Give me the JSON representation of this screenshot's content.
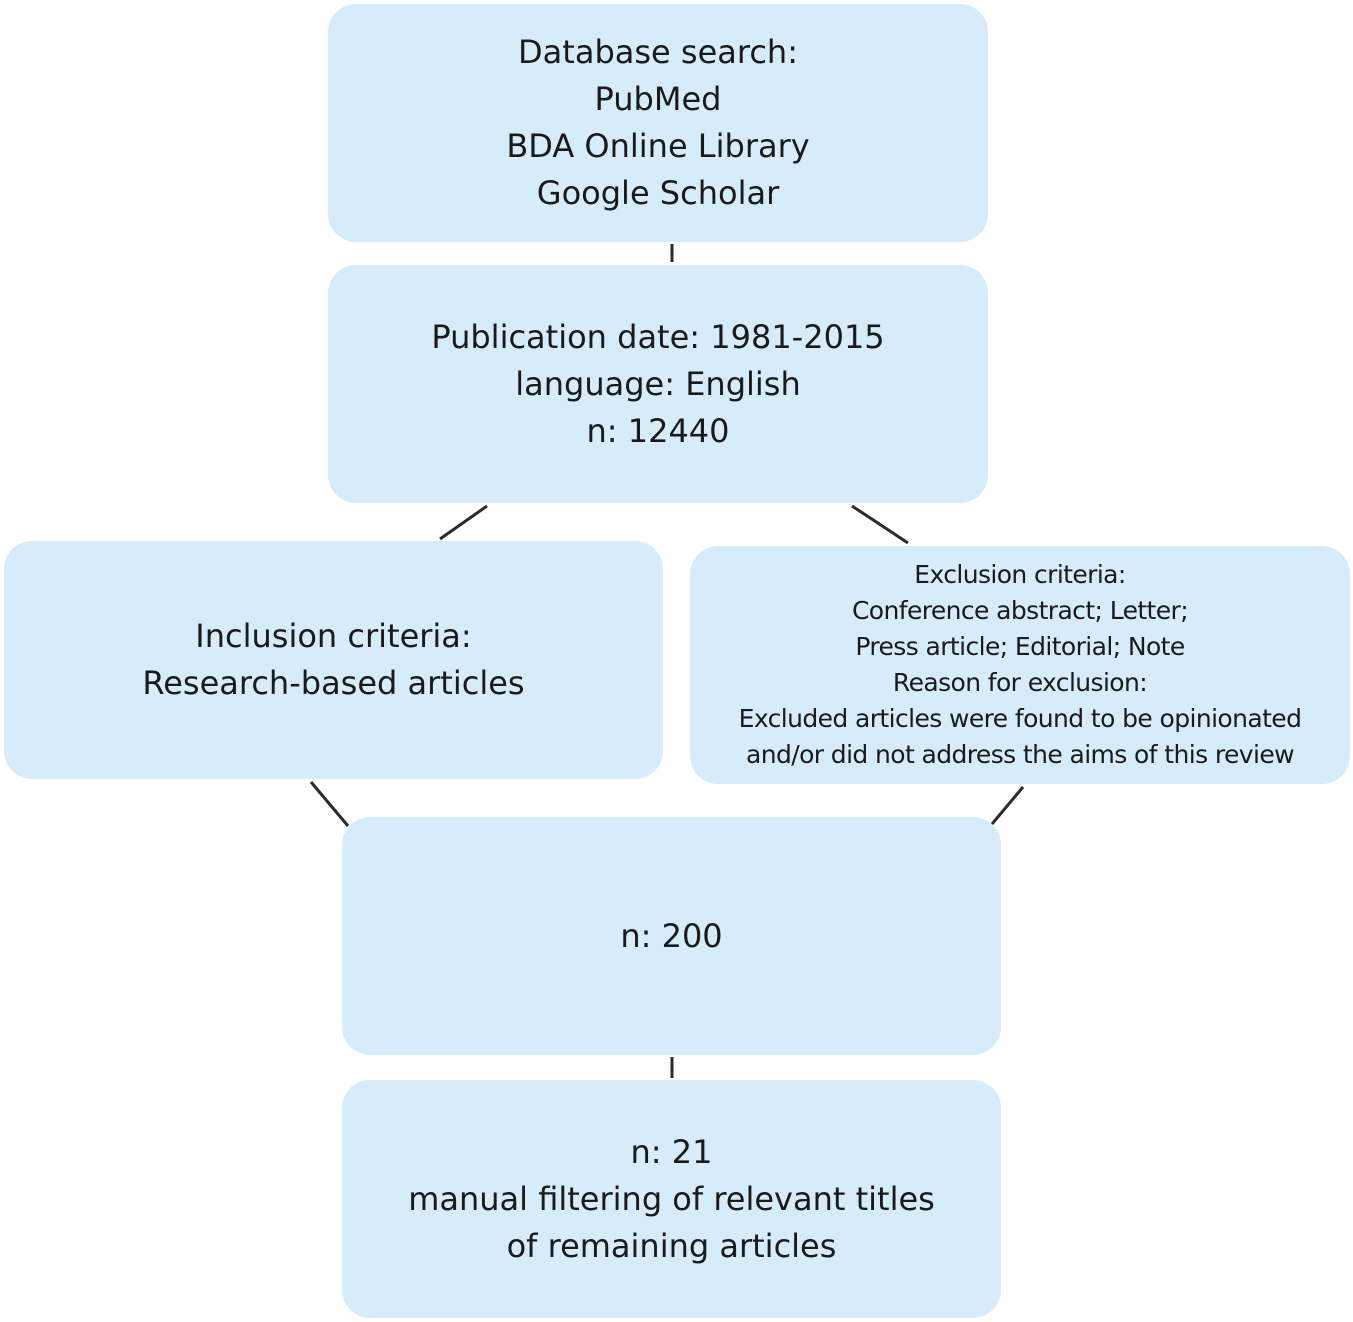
{
  "flowchart": {
    "search_box": {
      "lines": [
        "Database search:",
        "PubMed",
        "BDA Online Library",
        "Google Scholar"
      ]
    },
    "filter_box": {
      "lines": [
        "Publication date: 1981-2015",
        "language: English",
        "n: 12440"
      ]
    },
    "inclusion_box": {
      "lines": [
        "Inclusion criteria:",
        "Research-based articles"
      ]
    },
    "exclusion_box": {
      "lines": [
        "Exclusion criteria:",
        "Conference abstract; Letter;",
        "Press article; Editorial; Note",
        "Reason for exclusion:",
        "Excluded articles were found to be opinionated",
        "and/or did not address the aims of this review"
      ]
    },
    "count_box": {
      "lines": [
        "n: 200"
      ]
    },
    "final_box": {
      "lines": [
        "n: 21",
        "manual filtering of relevant titles",
        "of remaining articles"
      ]
    }
  },
  "colors": {
    "box_fill": "#d6ecfa",
    "connector": "#2b2b2b",
    "text": "#1a1a1a"
  }
}
